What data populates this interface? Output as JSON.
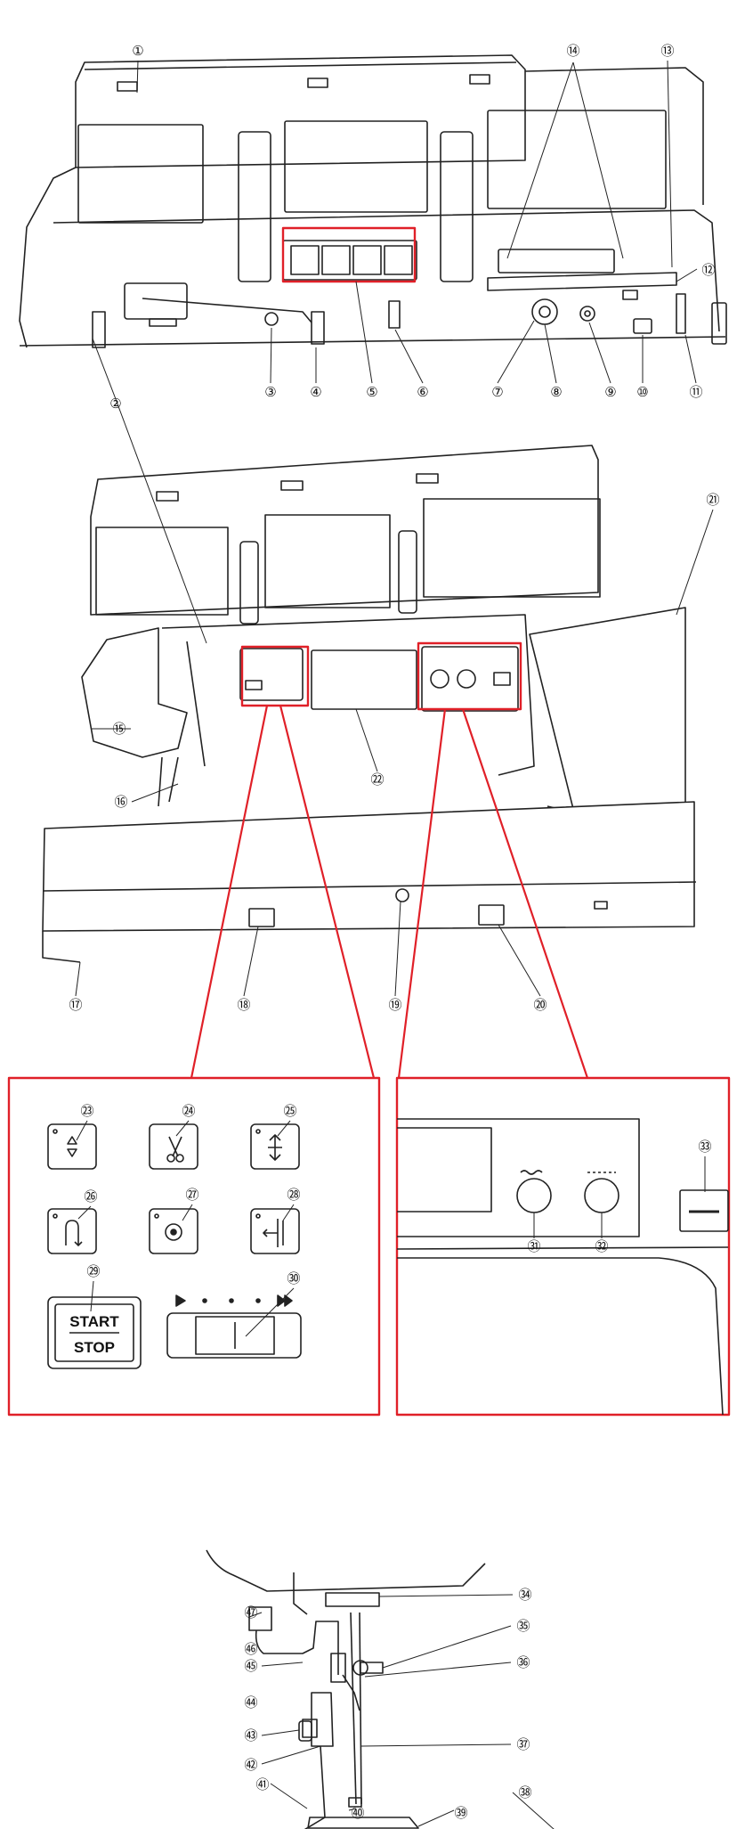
{
  "callouts": {
    "c1": "①",
    "c2": "②",
    "c3": "③",
    "c4": "④",
    "c5": "⑤",
    "c6": "⑥",
    "c7": "⑦",
    "c8": "⑧",
    "c9": "⑨",
    "c10": "⑩",
    "c11": "⑪",
    "c12": "⑫",
    "c13": "⑬",
    "c14": "⑭",
    "c15": "⑮",
    "c16": "⑯",
    "c17": "⑰",
    "c18": "⑱",
    "c19": "⑲",
    "c20": "⑳",
    "c21": "㉑",
    "c22": "㉒",
    "c23": "㉓",
    "c24": "㉔",
    "c25": "㉕",
    "c26": "㉖",
    "c27": "㉗",
    "c28": "㉘",
    "c29": "㉙",
    "c30": "㉚",
    "c31": "㉛",
    "c32": "㉜",
    "c33": "㉝",
    "c34": "㉞",
    "c35": "㉟",
    "c36": "㊱",
    "c37": "㊲",
    "c38": "㊳",
    "c39": "㊴",
    "c40": "㊵",
    "c41": "㊶",
    "c42": "㊷",
    "c43": "㊸",
    "c44": "㊹",
    "c45": "㊺",
    "c46": "㊻",
    "c47": "㊼"
  },
  "buttons": {
    "start": "START",
    "stop": "STOP"
  },
  "icons": [
    "up-down-arrow-icon",
    "scissors-icon",
    "needle-up-down-icon",
    "lock-stitch-icon",
    "auto-lock-icon",
    "reverse-icon",
    "play-icon",
    "fast-forward-icon"
  ],
  "colors": {
    "outline": "#222222",
    "highlight": "#e02028",
    "fill": "#ffffff"
  }
}
